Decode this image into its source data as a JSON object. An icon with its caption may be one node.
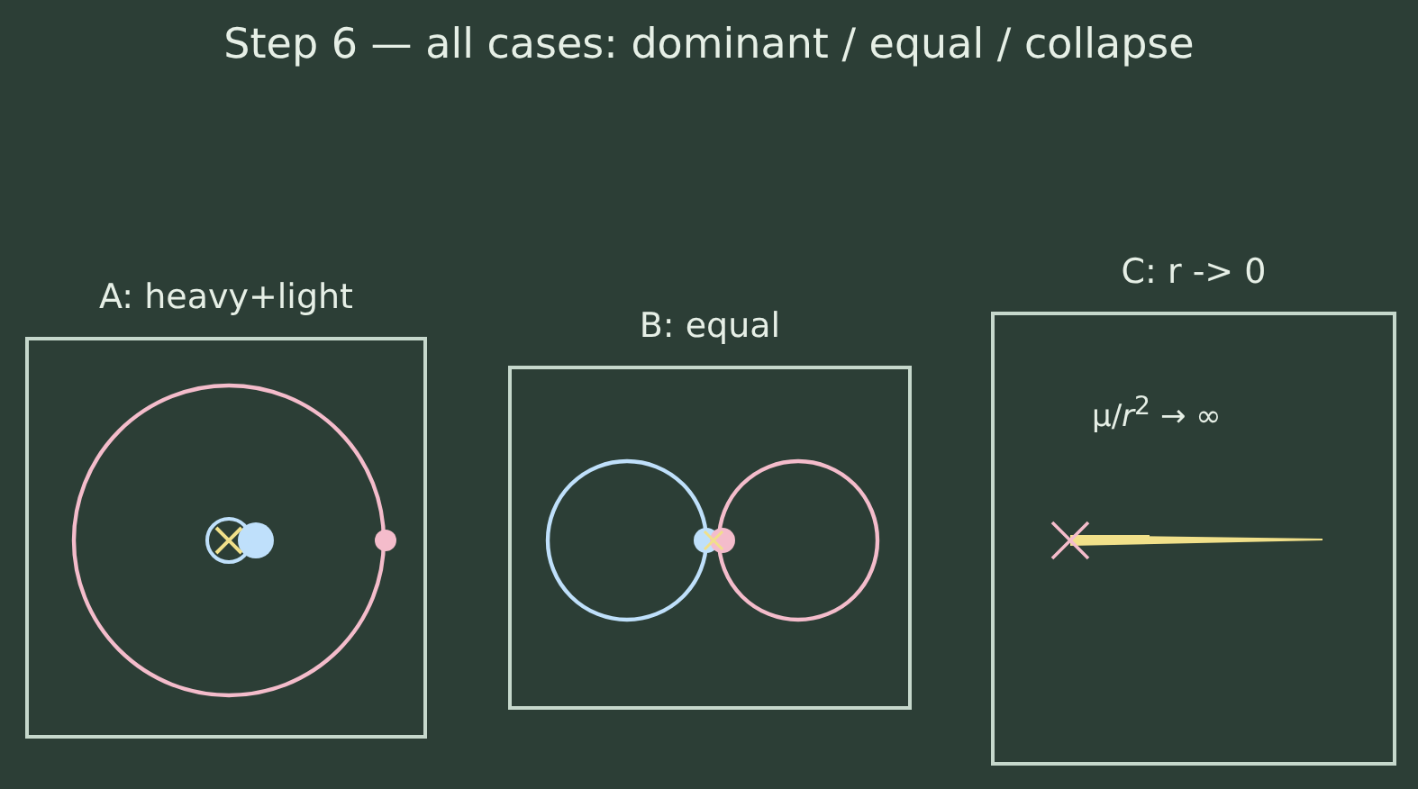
{
  "diagram": {
    "title": "Step 6 — all cases: dominant / equal / collapse",
    "nodes": [
      {
        "text": [
          "A: heavy+light"
        ]
      },
      {
        "text": [
          "B: equal"
        ]
      },
      {
        "text": [
          "C: r -> 0",
          "μ/*r*$^{2}$ → ∞"
        ]
      }
    ]
  }
}
